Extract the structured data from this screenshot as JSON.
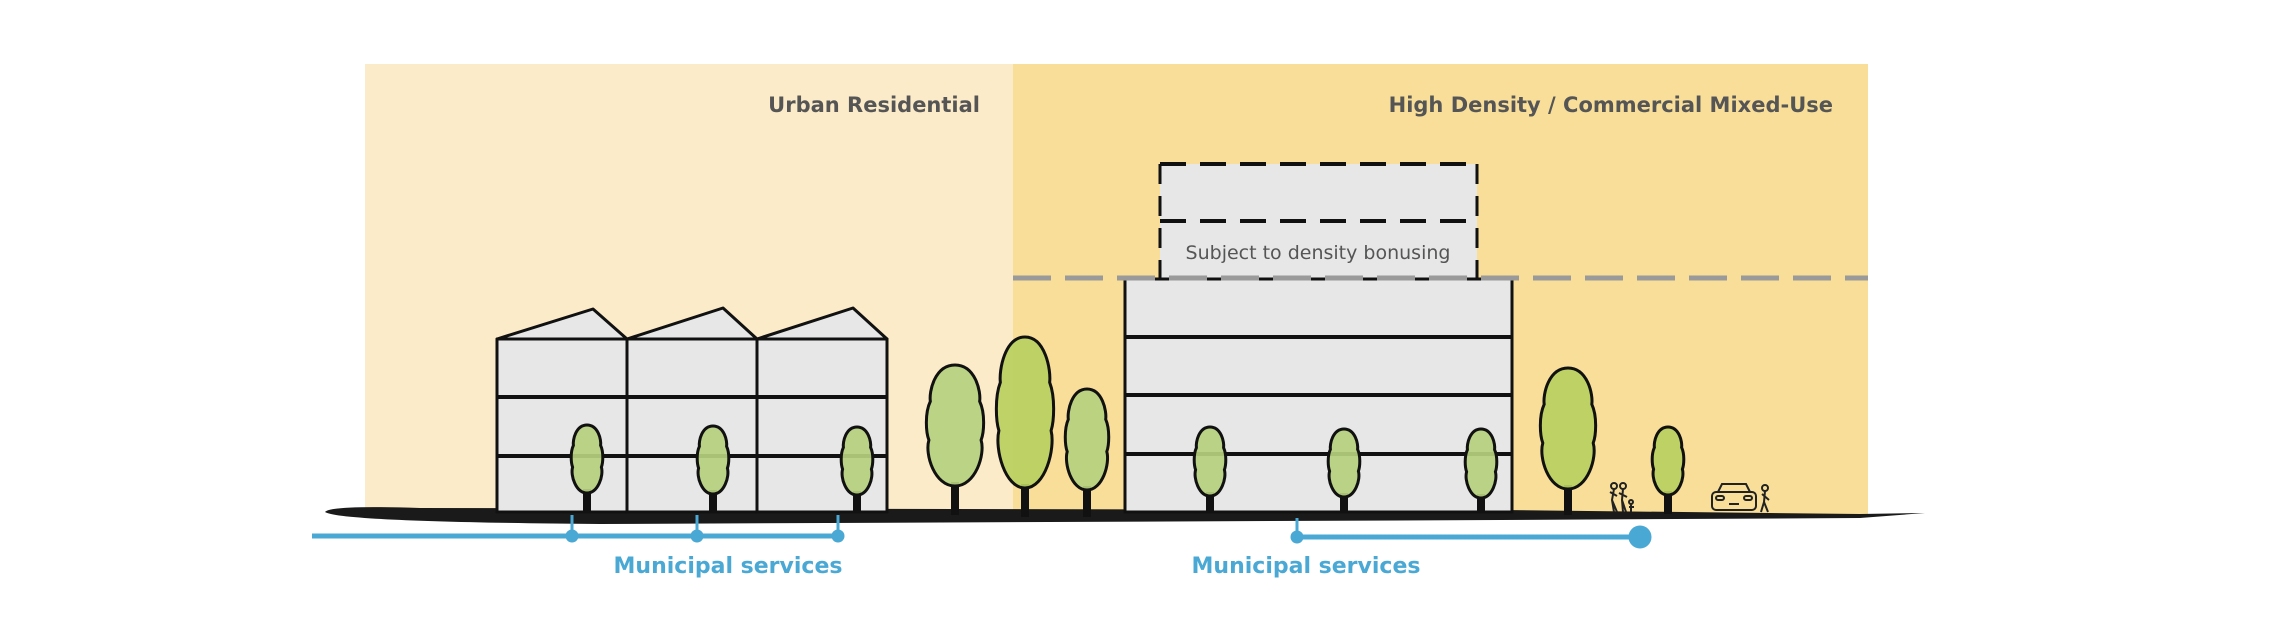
{
  "zones": [
    {
      "title": "Urban Residential",
      "color": "#fcebc8"
    },
    {
      "title": "High Density / Commercial Mixed-Use",
      "color": "#f8de98"
    }
  ],
  "bonus": {
    "label": "Subject to density bonusing"
  },
  "services": [
    {
      "label": "Municipal services",
      "connections": 3
    },
    {
      "label": "Municipal services",
      "connections": 1
    }
  ],
  "colors": {
    "building_fill": "#e6e7e6",
    "outline": "#111111",
    "tree_light": "#b5d07e",
    "tree_dark": "#b9cf60",
    "service_blue": "#4aa8d4",
    "height_limit_line": "#9a9a9a",
    "text": "#555556"
  },
  "icons": {
    "townhouses": "townhouse-icon",
    "tower": "tower-icon",
    "tree": "tree-icon",
    "pedestrians": "pedestrians-icon",
    "car": "car-icon"
  }
}
